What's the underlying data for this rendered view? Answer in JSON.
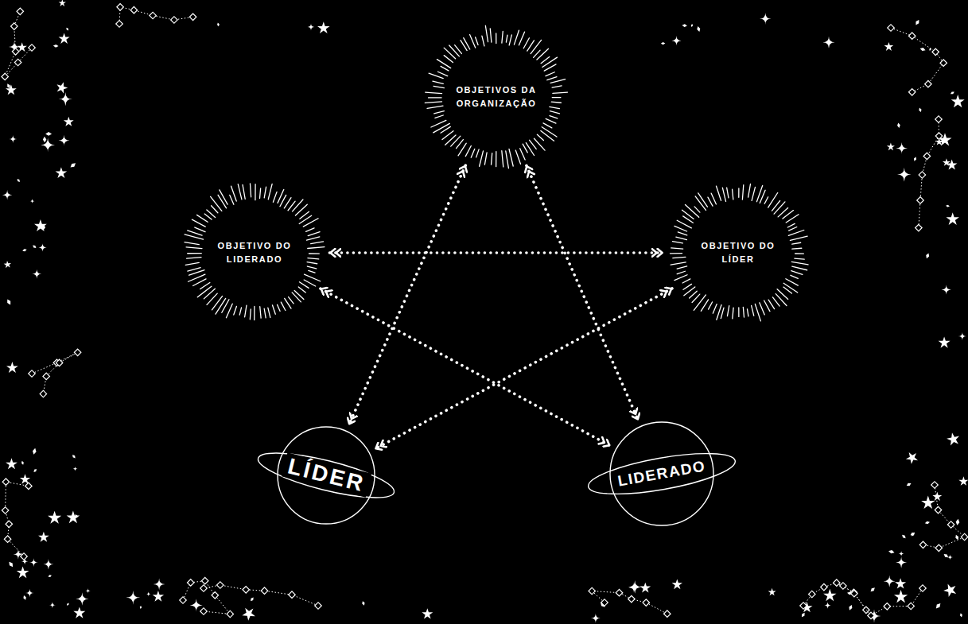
{
  "diagram": {
    "nodes": [
      {
        "text": [
          "OBJETIVOS DA ORGANIZAÇÃO"
        ]
      },
      {
        "text": [
          "OBJETIVO DO LIDERADO"
        ]
      },
      {
        "text": [
          "OBJETIVO DO LÍDER"
        ]
      },
      {
        "text": [
          "LÍDER"
        ]
      },
      {
        "text": [
          "LIDERADO"
        ]
      }
    ],
    "edges": [
      {
        "from": 0,
        "to": 3,
        "arrow": "both"
      },
      {
        "from": 0,
        "to": 4,
        "arrow": "both"
      },
      {
        "from": 1,
        "to": 2,
        "arrow": "both"
      },
      {
        "from": 1,
        "to": 4,
        "arrow": "both"
      },
      {
        "from": 2,
        "to": 3,
        "arrow": "both"
      }
    ]
  }
}
